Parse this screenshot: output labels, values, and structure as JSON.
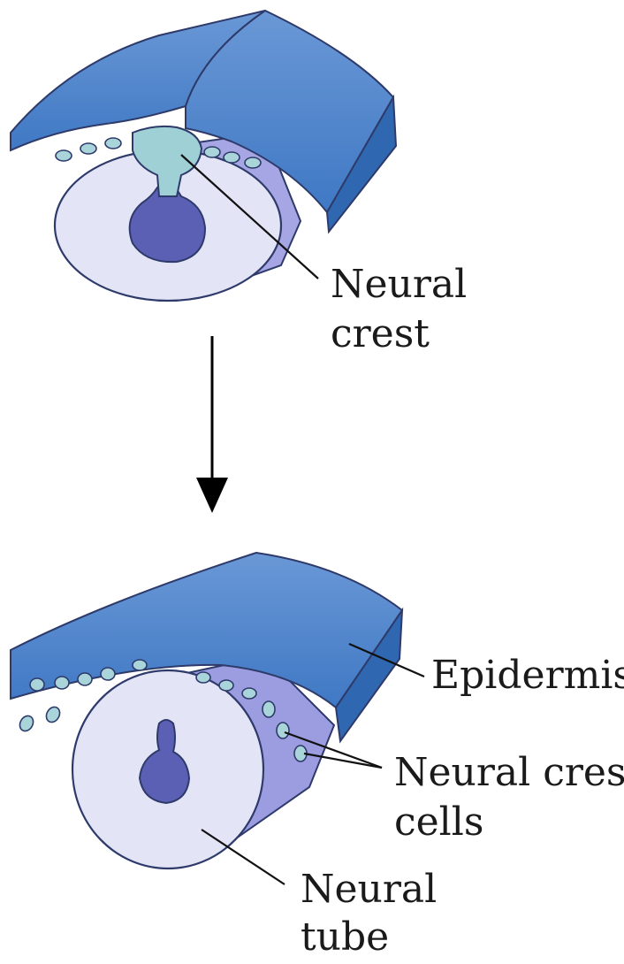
{
  "labels": {
    "neural_crest_line1": "Neural",
    "neural_crest_line2": "crest",
    "epidermis": "Epidermis",
    "neural_crest_cells_line1": "Neural crest",
    "neural_crest_cells_line2": "cells",
    "neural_tube_line1": "Neural",
    "neural_tube_line2": "tube"
  },
  "colors": {
    "epidermis": "#4f86cc",
    "epidermis_side": "#2f67b1",
    "neural_tube_face": "#e3e5f7",
    "neural_tube_side": "#9c9de0",
    "lumen": "#5b60b4",
    "neural_crest": "#9fd0d6",
    "crest_cells": "#a9d4da",
    "outline": "#2e3a6a",
    "arrow": "#000000"
  }
}
